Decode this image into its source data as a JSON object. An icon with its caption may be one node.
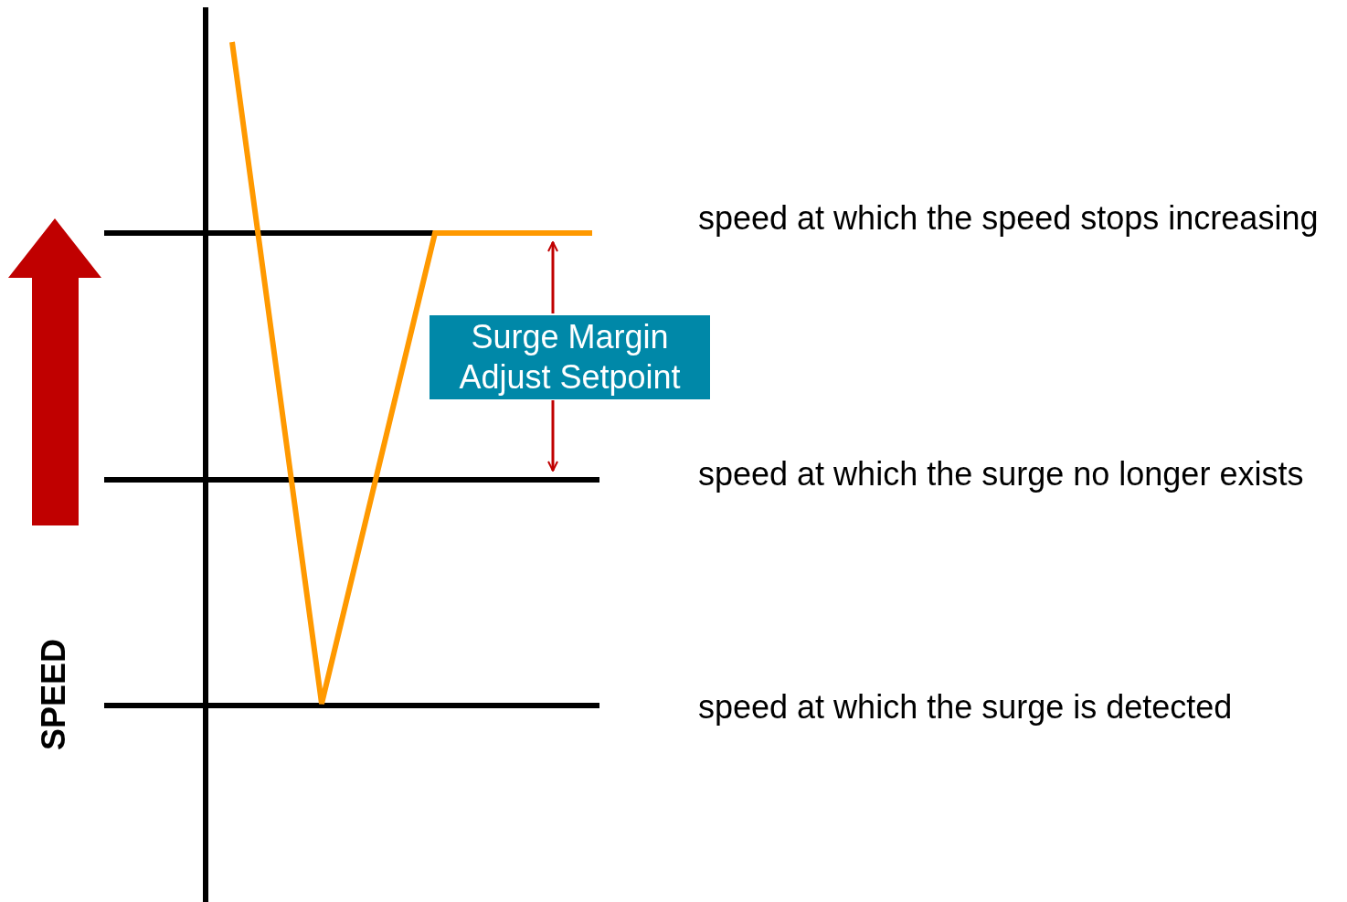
{
  "diagram": {
    "nodes": [
      {
        "text": [
          "Surge Margin Adjust Setpoint"
        ]
      }
    ],
    "edges": [],
    "labels": [
      "speed at which the speed stops increasing",
      "speed at which the surge no longer exists",
      "speed at which the surge is detected",
      "SPEED"
    ]
  }
}
